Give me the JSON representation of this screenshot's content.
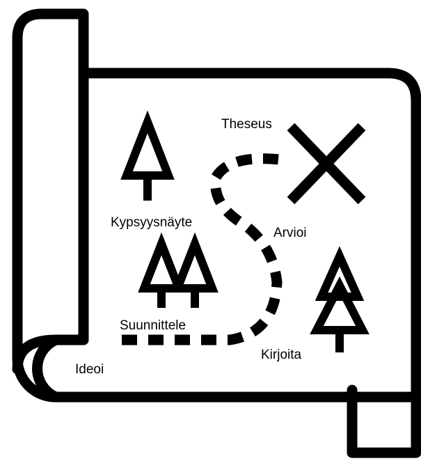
{
  "labels": {
    "theseus": "Theseus",
    "kypsyysnayte": "Kypsyysnäyte",
    "arvioi": "Arvioi",
    "suunnittele": "Suunnittele",
    "kirjoita": "Kirjoita",
    "ideoi": "Ideoi"
  },
  "colors": {
    "ink": "#000000",
    "paper": "#ffffff"
  },
  "icons": {
    "scroll": "treasure-map-scroll",
    "destination": "x-mark",
    "trees": "pine-tree"
  }
}
